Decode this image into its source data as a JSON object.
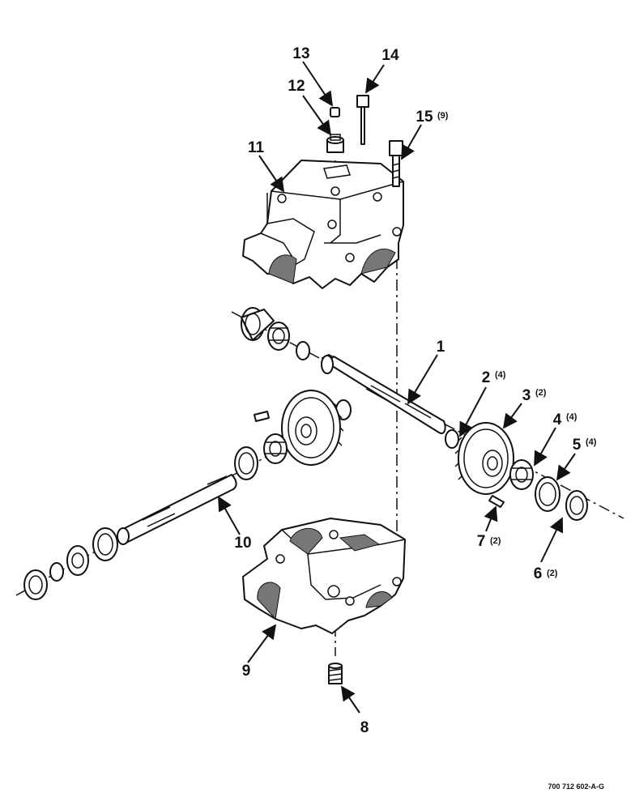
{
  "callouts": [
    {
      "id": "1",
      "num": "1",
      "qty": ""
    },
    {
      "id": "2",
      "num": "2",
      "qty": "(4)"
    },
    {
      "id": "3",
      "num": "3",
      "qty": "(2)"
    },
    {
      "id": "4",
      "num": "4",
      "qty": "(4)"
    },
    {
      "id": "5",
      "num": "5",
      "qty": "(4)"
    },
    {
      "id": "6",
      "num": "6",
      "qty": "(2)"
    },
    {
      "id": "7",
      "num": "7",
      "qty": "(2)"
    },
    {
      "id": "8",
      "num": "8",
      "qty": ""
    },
    {
      "id": "9",
      "num": "9",
      "qty": ""
    },
    {
      "id": "10",
      "num": "10",
      "qty": ""
    },
    {
      "id": "11",
      "num": "11",
      "qty": ""
    },
    {
      "id": "12",
      "num": "12",
      "qty": ""
    },
    {
      "id": "13",
      "num": "13",
      "qty": ""
    },
    {
      "id": "14",
      "num": "14",
      "qty": ""
    },
    {
      "id": "15",
      "num": "15",
      "qty": "(9)"
    }
  ],
  "drawing_number": "700 712 602-A-G"
}
